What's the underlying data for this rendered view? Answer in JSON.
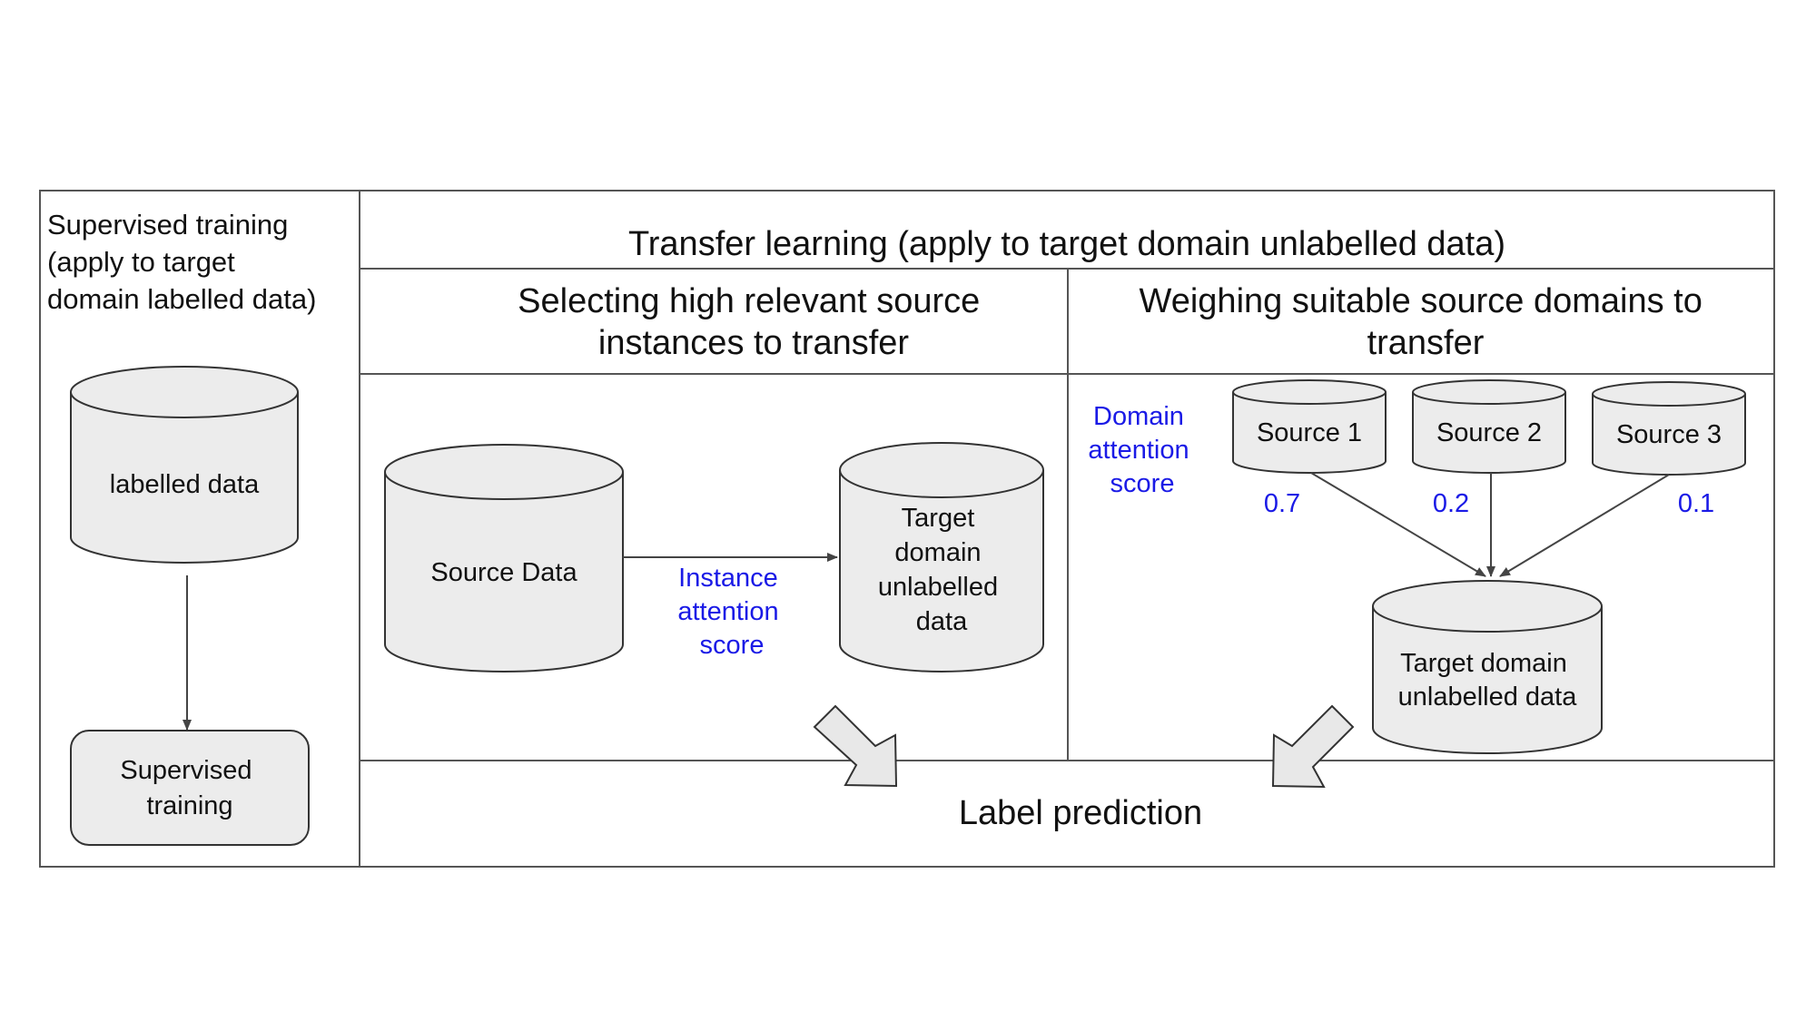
{
  "left_panel": {
    "title_lines": [
      "Supervised training",
      "(apply to target",
      "domain labelled data)"
    ],
    "labelled_db": "labelled data",
    "training_box_lines": [
      "Supervised",
      "training"
    ]
  },
  "transfer_header": "Transfer learning (apply to target domain unlabelled data)",
  "instance_section": {
    "title_lines": [
      "Selecting high relevant source",
      "instances to transfer"
    ],
    "source_db": "Source Data",
    "target_db_lines": [
      "Target",
      "domain",
      "unlabelled",
      "data"
    ],
    "score_lines": [
      "Instance",
      "attention",
      "score"
    ]
  },
  "domain_section": {
    "title_lines": [
      "Weighing suitable source domains to",
      "transfer"
    ],
    "score_lines": [
      "Domain",
      "attention",
      "score"
    ],
    "sources": [
      {
        "label": "Source 1",
        "weight": "0.7"
      },
      {
        "label": "Source 2",
        "weight": "0.2"
      },
      {
        "label": "Source 3",
        "weight": "0.1"
      }
    ],
    "target_db_lines": [
      "Target domain",
      "unlabelled data"
    ]
  },
  "label_prediction": "Label prediction",
  "colors": {
    "score_text": "#1a1ae6",
    "db_fill": "#ececec",
    "line": "#444444"
  }
}
